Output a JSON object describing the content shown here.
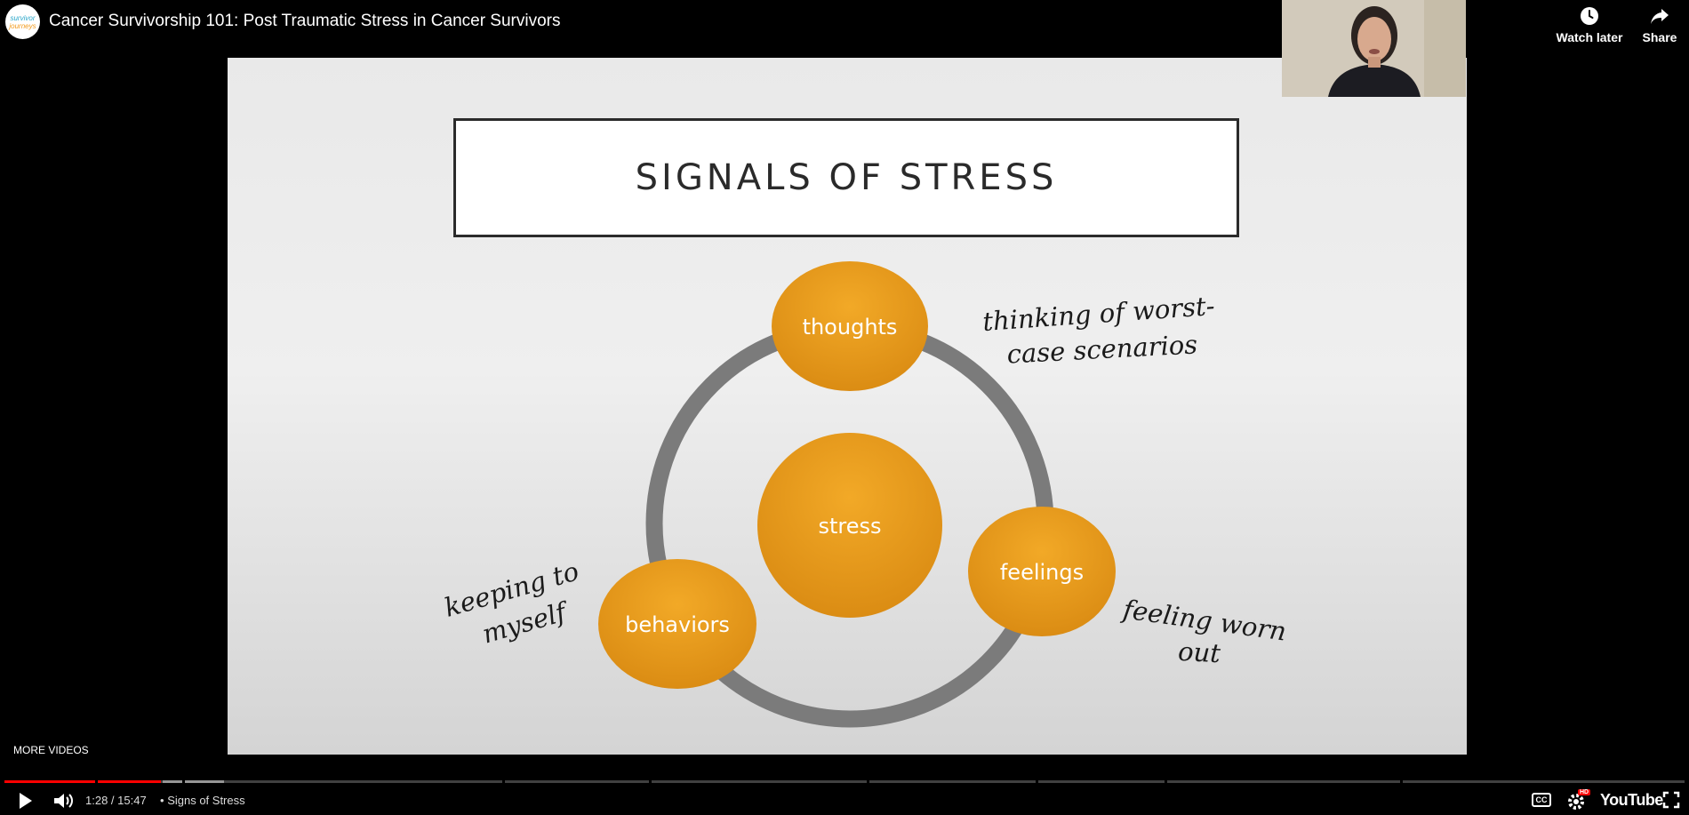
{
  "header": {
    "title": "Cancer Survivorship 101: Post Traumatic Stress in Cancer Survivors",
    "channel_logo_top": "survivor",
    "channel_logo_bottom": "journeys",
    "watch_later_label": "Watch later",
    "share_label": "Share"
  },
  "slide": {
    "title": "SIGNALS OF STRESS",
    "center_node": "stress",
    "nodes": [
      "thoughts",
      "feelings",
      "behaviors"
    ],
    "notes": {
      "thoughts_line1": "thinking of worst-",
      "thoughts_line2": "case scenarios",
      "feelings_line1": "feeling worn",
      "feelings_line2": "out",
      "behaviors_line1": "keeping to",
      "behaviors_line2": "myself"
    },
    "node_color": "#e89a1c",
    "ring_color": "#7b7b7b"
  },
  "player": {
    "more_videos_label": "MORE VIDEOS",
    "current_time": "1:28",
    "duration": "15:47",
    "time_display": "1:28 / 15:47",
    "chapter_separator": "•",
    "chapter": "Signs of Stress",
    "cc_label": "CC",
    "hd_badge": "HD",
    "brand": "YouTube",
    "progress_fraction": 0.093,
    "accent_color": "#ff0000"
  }
}
